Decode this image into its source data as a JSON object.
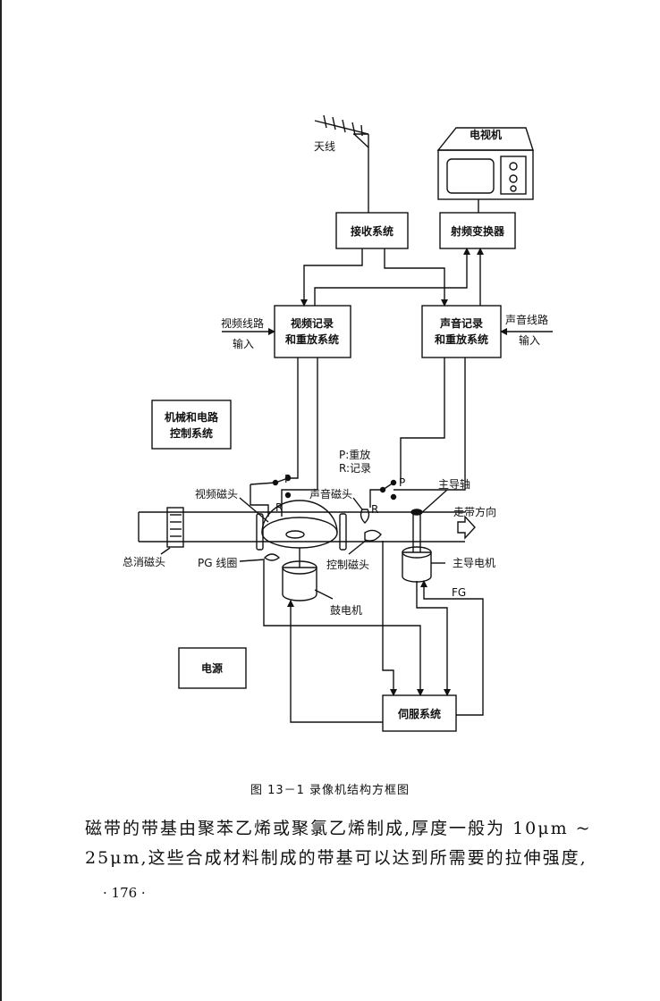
{
  "diagram": {
    "antenna": "天线",
    "tv": "电视机",
    "receiver": "接收系统",
    "rf_converter": "射频变换器",
    "video_in_a": "视频线路",
    "video_in_b": "输入",
    "video_sys_a": "视频记录",
    "video_sys_b": "和重放系统",
    "audio_sys_a": "声音记录",
    "audio_sys_b": "和重放系统",
    "audio_in_a": "声音线路",
    "audio_in_b": "输入",
    "mech_a": "机械和电路",
    "mech_b": "控制系统",
    "pr_legend_a": "P:重放",
    "pr_legend_b": "R:记录",
    "p_left": "P",
    "r_left": "R",
    "p_right": "P",
    "r_right": "R",
    "video_head": "视频磁头",
    "audio_head": "声音磁头",
    "capstan": "主导轴",
    "tape_direction": "走带方向",
    "erase_head": "总消磁头",
    "pg_coil": "PG 线圈",
    "control_head": "控制磁头",
    "capstan_motor": "主导电机",
    "fg": "FG",
    "drum_motor": "鼓电机",
    "power": "电源",
    "servo": "伺服系统"
  },
  "caption": "图 13－1   录像机结构方框图",
  "body": {
    "line1": "磁带的带基由聚苯乙烯或聚氯乙烯制成,厚度一般为 10μm ~",
    "line2": "25μm,这些合成材料制成的带基可以达到所需要的拉伸强度,"
  },
  "page_number": "· 176 ·"
}
